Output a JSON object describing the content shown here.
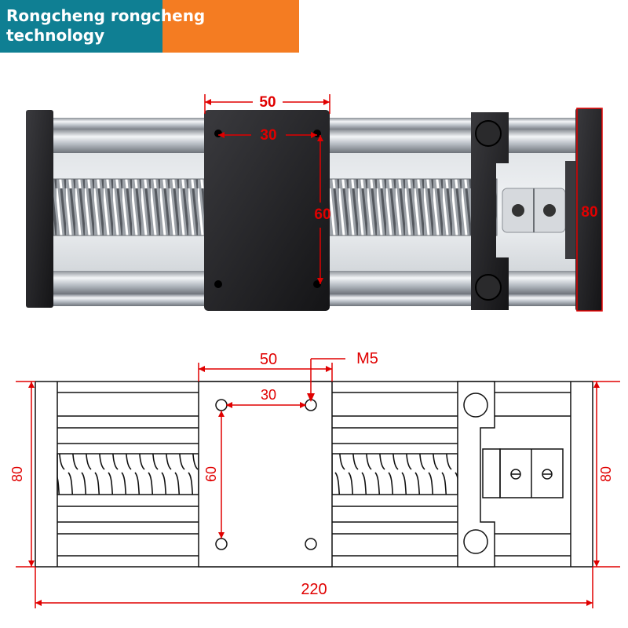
{
  "banner": {
    "line1": "Rongcheng rongcheng",
    "line2": "technology",
    "colors": {
      "left": "#0f7f93",
      "right": "#f47c22"
    }
  },
  "photo_dims": {
    "carriage_width": "50",
    "hole_spacing_x": "30",
    "hole_spacing_y": "60",
    "end_height": "80"
  },
  "drawing_dims": {
    "carriage_width": "50",
    "hole_spacing_x": "30",
    "thread": "M5",
    "hole_spacing_y": "60",
    "height_left": "80",
    "height_right": "80",
    "total_length": "220"
  },
  "colors": {
    "dimension": "#e00000",
    "line": "#111111"
  }
}
